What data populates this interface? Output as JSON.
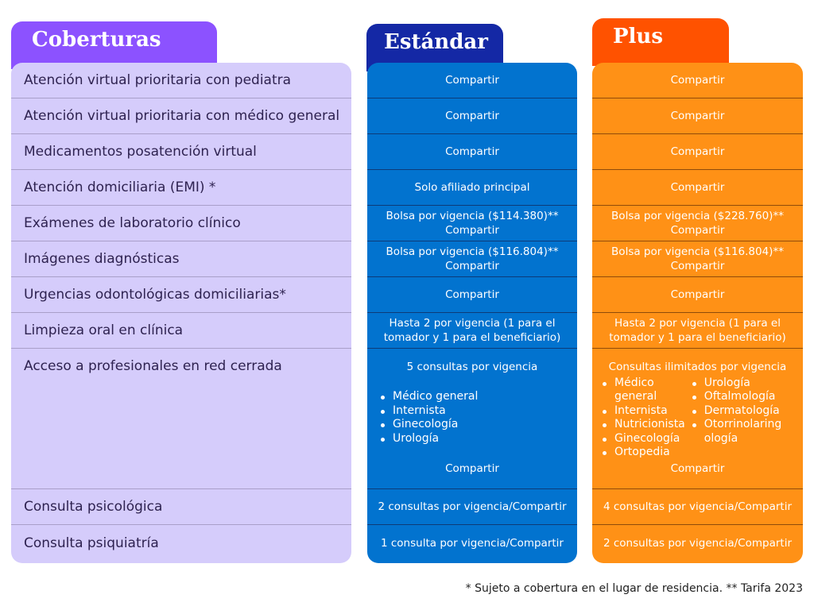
{
  "headers": {
    "coberturas": "Coberturas",
    "estandar": "Estándar",
    "plus": "Plus"
  },
  "rows": [
    {
      "label": "Atención virtual prioritaria con pediatra",
      "std": "Compartir",
      "plus": "Compartir"
    },
    {
      "label": "Atención virtual prioritaria con médico general",
      "std": "Compartir",
      "plus": "Compartir"
    },
    {
      "label": "Medicamentos posatención virtual",
      "std": "Compartir",
      "plus": "Compartir"
    },
    {
      "label": "Atención domiciliaria (EMI) *",
      "std": "Solo afiliado principal",
      "plus": "Compartir"
    },
    {
      "label": "Exámenes de laboratorio clínico",
      "std": "Bolsa por vigencia ($114.380)**",
      "std2": "Compartir",
      "plus": "Bolsa por vigencia ($228.760)**",
      "plus2": "Compartir"
    },
    {
      "label": "Imágenes diagnósticas",
      "std": "Bolsa por vigencia ($116.804)**",
      "std2": "Compartir",
      "plus": "Bolsa por vigencia ($116.804)**",
      "plus2": "Compartir"
    },
    {
      "label": "Urgencias odontológicas domiciliarias*",
      "std": "Compartir",
      "plus": "Compartir"
    },
    {
      "label": "Limpieza oral en clínica",
      "std": "Hasta 2 por vigencia (1 para el tomador y 1 para el beneficiario)",
      "plus": "Hasta 2 por vigencia (1 para el tomador y 1 para el beneficiario)"
    },
    {
      "label": "Acceso a profesionales en red cerrada",
      "std": {
        "title": "5 consultas por vigencia",
        "items": [
          "Médico general",
          "Internista",
          "Ginecología",
          "Urología"
        ],
        "footer": "Compartir"
      },
      "plus": {
        "title": "Consultas ilimitados por vigencia",
        "items_a": [
          "Médico general",
          "Internista",
          "Nutricionista",
          "Ginecología",
          "Ortopedia"
        ],
        "items_b": [
          "Urología",
          "Oftalmología",
          "Dermatología",
          "Otorrinolaring ología"
        ],
        "footer": "Compartir"
      }
    },
    {
      "label": "Consulta psicológica",
      "std": "2 consultas por vigencia/Compartir",
      "plus": "4 consultas por vigencia/Compartir"
    },
    {
      "label": "Consulta psiquiatría",
      "std": "1 consulta por vigencia/Compartir",
      "plus": "2 consultas por vigencia/Compartir"
    }
  ],
  "footnote": "* Sujeto a cobertura en el lugar de residencia. ** Tarifa 2023",
  "colors": {
    "coberturas": "#8c52ff",
    "estandar": "#1428a5",
    "plus": "#ff5200"
  }
}
